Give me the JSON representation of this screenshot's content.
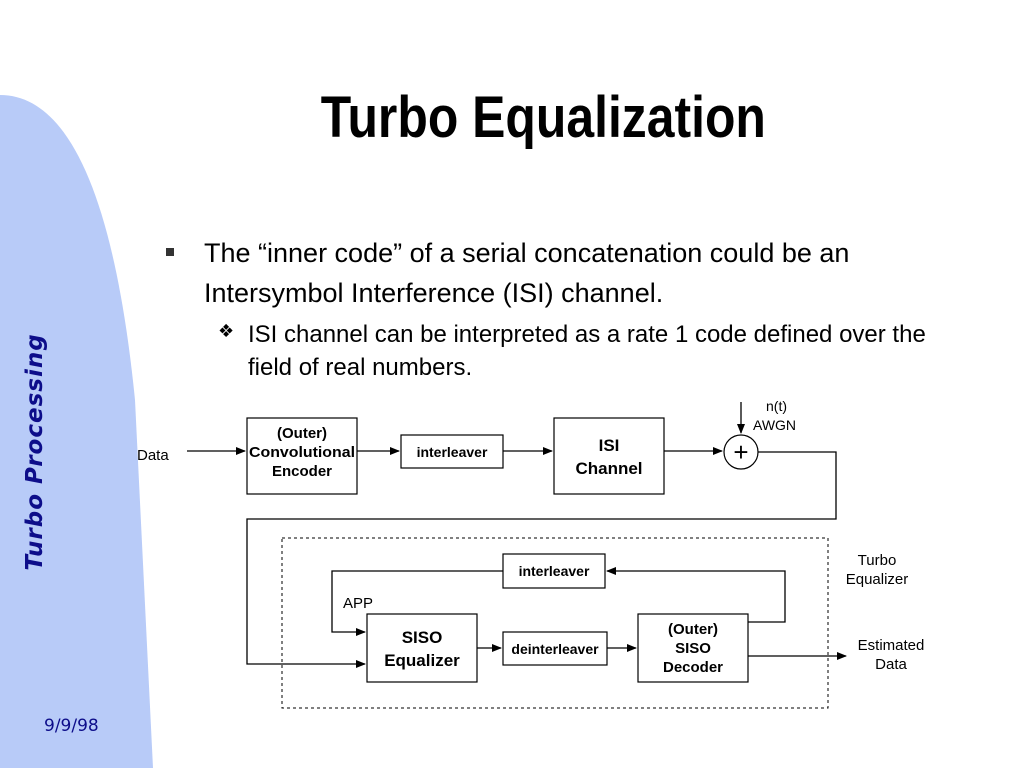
{
  "slide": {
    "title": "Turbo Equalization",
    "side_title": "Turbo Processing",
    "date": "9/9/98",
    "band_color": "#b8cbf8",
    "accent_color": "#0d0d8a"
  },
  "bullets": {
    "main": "The “inner code” of a serial concatenation could be an Intersymbol Interference (ISI) channel.",
    "sub_marker": "❖",
    "sub": "ISI channel can be interpreted as a rate 1 code defined over the field of real numbers."
  },
  "diagram": {
    "data_in": "Data",
    "encoder": [
      "(Outer)",
      "Convolutional",
      "Encoder"
    ],
    "interleaver_top": "interleaver",
    "isi_channel": [
      "ISI",
      "Channel"
    ],
    "noise": [
      "n(t)",
      "AWGN"
    ],
    "adder_symbol": "+",
    "interleaver_feedback": "interleaver",
    "app": "APP",
    "siso_equalizer": [
      "SISO",
      "Equalizer"
    ],
    "deinterleaver": "deinterleaver",
    "siso_decoder": [
      "(Outer)",
      "SISO",
      "Decoder"
    ],
    "turbo_equalizer": [
      "Turbo",
      "Equalizer"
    ],
    "estimated_data": [
      "Estimated",
      "Data"
    ]
  }
}
